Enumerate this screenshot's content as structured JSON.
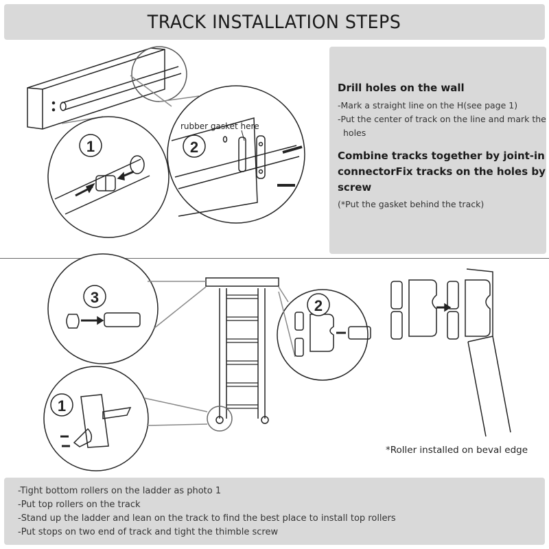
{
  "title": "TRACK INSTALLATION STEPS",
  "info": {
    "heading1": "Drill holes on the wall",
    "line1": "-Mark a straight line on the H(see page 1)",
    "line2a": "-Put the center of track on the line and mark the",
    "line2b": "holes",
    "heading2a": "Combine tracks together by joint-in",
    "heading2b": "connectorFix tracks on the holes by",
    "heading2c": "screw",
    "note": "(*Put the gasket behind the track)"
  },
  "diagram_top": {
    "step1": "1",
    "step2": "2",
    "gasket_label": "rubber gasket here"
  },
  "diagram_bottom": {
    "step3": "3",
    "step2": "2",
    "step1": "1",
    "caption": "*Roller installed on beval edge"
  },
  "steps": [
    "-Tight bottom rollers on the ladder as photo 1",
    "-Put top rollers on the track",
    "-Stand up the ladder and lean on the track to find the best place to install top rollers",
    "-Put stops on two end of track and tight the thimble screw"
  ]
}
